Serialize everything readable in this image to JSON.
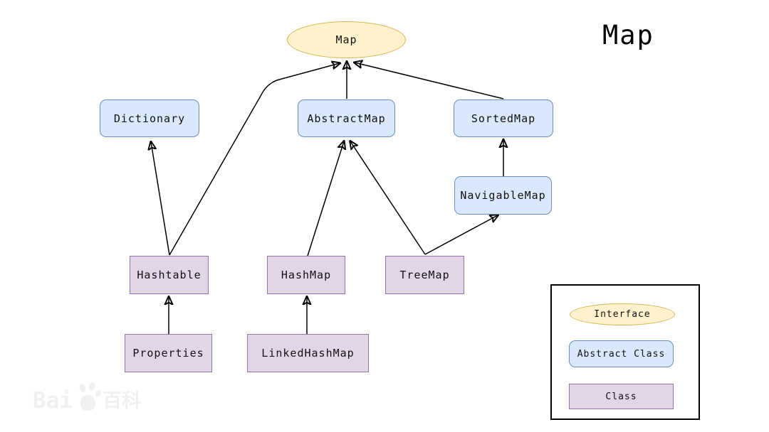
{
  "title": "Map",
  "nodes": {
    "map": {
      "label": "Map",
      "type": "interface"
    },
    "dictionary": {
      "label": "Dictionary",
      "type": "abstract_class"
    },
    "abstract_map": {
      "label": "AbstractMap",
      "type": "abstract_class"
    },
    "sorted_map": {
      "label": "SortedMap",
      "type": "abstract_class"
    },
    "navigable_map": {
      "label": "NavigableMap",
      "type": "abstract_class"
    },
    "hashtable": {
      "label": "Hashtable",
      "type": "class"
    },
    "hash_map": {
      "label": "HashMap",
      "type": "class"
    },
    "tree_map": {
      "label": "TreeMap",
      "type": "class"
    },
    "properties": {
      "label": "Properties",
      "type": "class"
    },
    "linked_hash_map": {
      "label": "LinkedHashMap",
      "type": "class"
    }
  },
  "edges": [
    {
      "from": "Hashtable",
      "to": "Dictionary"
    },
    {
      "from": "Hashtable",
      "to": "Map"
    },
    {
      "from": "AbstractMap",
      "to": "Map"
    },
    {
      "from": "SortedMap",
      "to": "Map"
    },
    {
      "from": "HashMap",
      "to": "AbstractMap"
    },
    {
      "from": "TreeMap",
      "to": "AbstractMap"
    },
    {
      "from": "TreeMap",
      "to": "NavigableMap"
    },
    {
      "from": "NavigableMap",
      "to": "SortedMap"
    },
    {
      "from": "Properties",
      "to": "Hashtable"
    },
    {
      "from": "LinkedHashMap",
      "to": "HashMap"
    }
  ],
  "legend": {
    "interface_label": "Interface",
    "abstract_label": "Abstract Class",
    "class_label": "Class"
  },
  "colors": {
    "interface_fill": "#FFF2CC",
    "interface_border": "#D6B656",
    "abstract_fill": "#DAE8FC",
    "abstract_border": "#6C8EBF",
    "class_fill": "#E1D5E7",
    "class_border": "#9673A6",
    "edge": "#000000"
  },
  "watermark": {
    "prefix": "Bai",
    "suffix": "百科"
  }
}
